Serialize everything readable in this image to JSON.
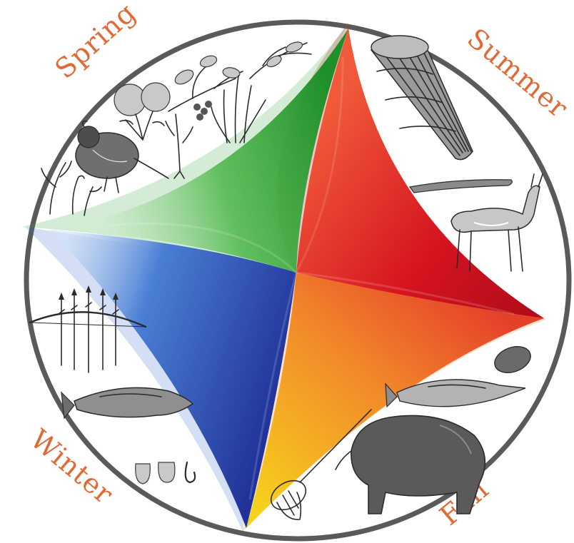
{
  "colors": {
    "ring": "#5a5a5a",
    "label": "#e06a35",
    "spring": "#2e9e3a",
    "summer": "#d41a24",
    "fall": "#f08a28",
    "fall_yellow": "#f4c21e",
    "winter": "#1e2d9a"
  },
  "seasons": {
    "spring": {
      "label": "Spring",
      "icons": [
        "antler-tools-icon",
        "quail-icon",
        "flower-plant-icon",
        "berry-branch-icon",
        "cattail-reeds-icon"
      ]
    },
    "summer": {
      "label": "Summer",
      "icons": [
        "fish-trap-basket-icon",
        "lamprey-eel-icon",
        "pronghorn-icon"
      ]
    },
    "fall": {
      "label": "Fall",
      "icons": [
        "stone-tool-icon",
        "salmon-icon",
        "bison-icon",
        "dip-net-icon"
      ]
    },
    "winter": {
      "label": "Winter",
      "icons": [
        "bow-and-arrows-icon",
        "salmon-icon",
        "bone-hooks-icon"
      ]
    }
  }
}
